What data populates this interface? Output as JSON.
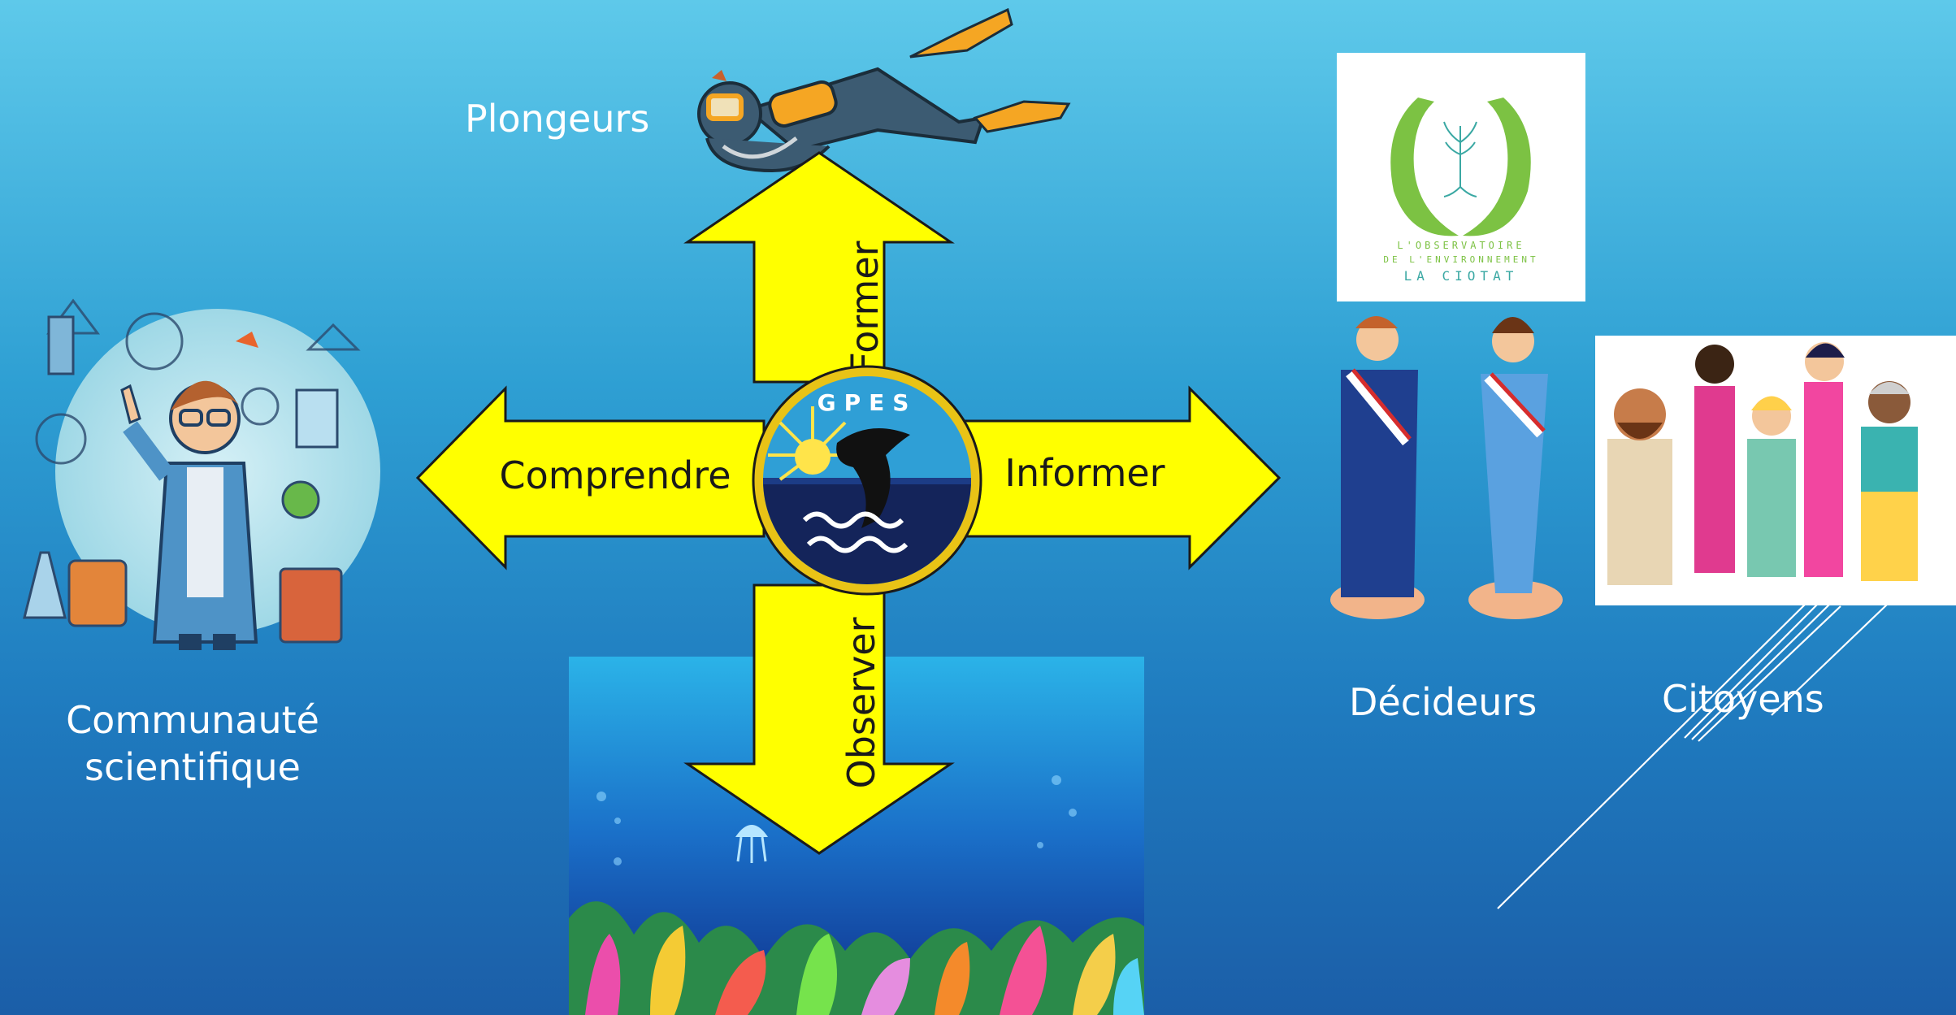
{
  "labels": {
    "plongeurs": "Plongeurs",
    "communaute": "Communauté",
    "scientifique": "scientifique",
    "decideurs": "Décideurs",
    "citoyens": "Citoyens"
  },
  "arrows": {
    "up": "Former",
    "left": "Comprendre",
    "right": "Informer",
    "down": "Observer"
  },
  "center_logo": {
    "text": "GPES"
  },
  "observatoire": {
    "line1": "L'OBSERVATOIRE",
    "line2": "DE L'ENVIRONNEMENT",
    "line3": "LA CIOTAT"
  },
  "colors": {
    "arrow_fill": "#ffff00",
    "arrow_stroke": "#1a1a1a",
    "text": "#ffffff",
    "logo_green": "#7cc243",
    "logo_teal": "#3aa8a3"
  }
}
